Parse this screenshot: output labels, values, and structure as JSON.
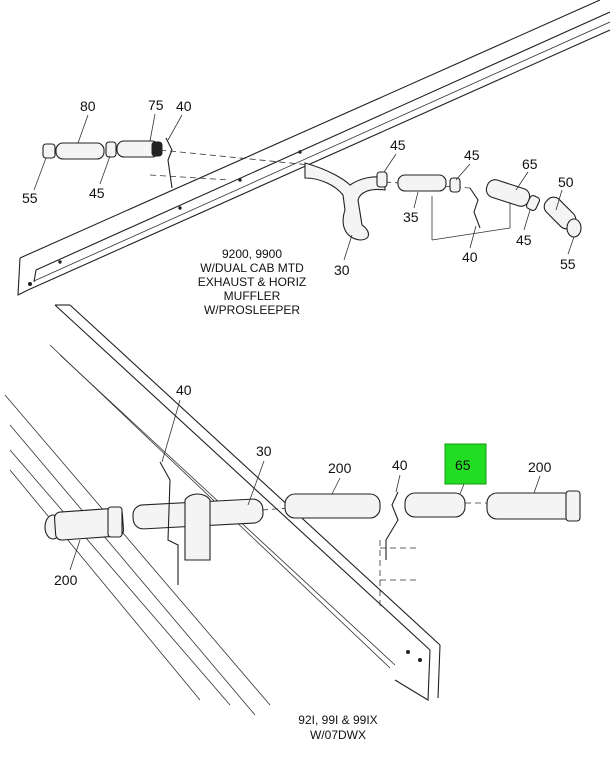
{
  "top_view": {
    "callouts": [
      {
        "id": "t80",
        "text": "80"
      },
      {
        "id": "t75",
        "text": "75"
      },
      {
        "id": "t40a",
        "text": "40"
      },
      {
        "id": "t55a",
        "text": "55"
      },
      {
        "id": "t45a",
        "text": "45"
      },
      {
        "id": "t45b",
        "text": "45"
      },
      {
        "id": "t45c",
        "text": "45"
      },
      {
        "id": "t65",
        "text": "65"
      },
      {
        "id": "t50",
        "text": "50"
      },
      {
        "id": "t35",
        "text": "35"
      },
      {
        "id": "t30",
        "text": "30"
      },
      {
        "id": "t40b",
        "text": "40"
      },
      {
        "id": "t45d",
        "text": "45"
      },
      {
        "id": "t55b",
        "text": "55"
      }
    ],
    "caption": [
      "9200, 9900",
      "W/DUAL CAB MTD",
      "EXHAUST & HORIZ",
      "MUFFLER",
      "W/PROSLEEPER"
    ]
  },
  "bottom_view": {
    "callouts": [
      {
        "id": "b40a",
        "text": "40"
      },
      {
        "id": "b30",
        "text": "30"
      },
      {
        "id": "b200a",
        "text": "200"
      },
      {
        "id": "b40b",
        "text": "40"
      },
      {
        "id": "b65",
        "text": "65"
      },
      {
        "id": "b200b",
        "text": "200"
      },
      {
        "id": "b200c",
        "text": "200"
      }
    ],
    "caption": [
      "92I, 99I & 99IX",
      "W/07DWX"
    ],
    "highlight": {
      "callout_id": "b65",
      "color": "#22dd22"
    }
  }
}
